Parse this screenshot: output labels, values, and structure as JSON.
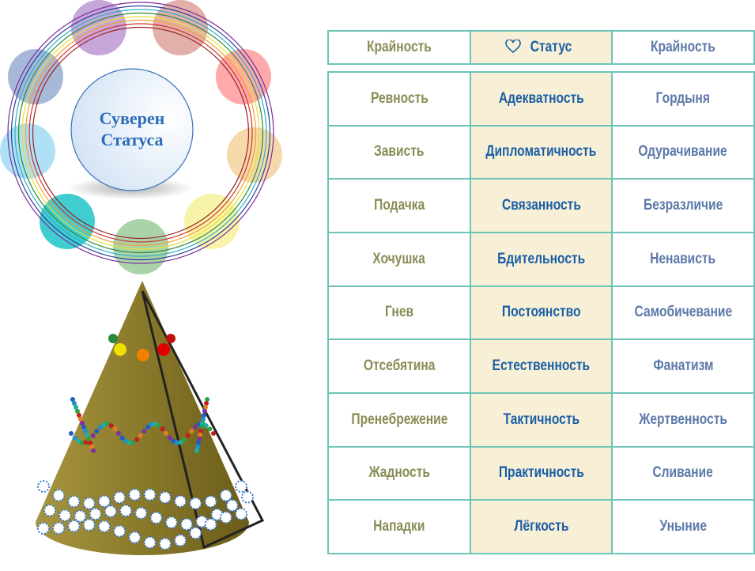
{
  "diagram": {
    "center_title_line1": "Суверен",
    "center_title_line2": "Статуса",
    "ring_colors": [
      "#7b2d9a",
      "#2a3f9a",
      "#2ab0c8",
      "#2a8a3a",
      "#e8e030",
      "#f0a030",
      "#d03030",
      "#9a2020"
    ],
    "petal_colors": [
      "#b488cc",
      "#d8948e",
      "#ff8e8e",
      "#f3cc8e",
      "#f4f08e",
      "#8ec48e",
      "#00bcc0",
      "#94d6f2",
      "#8aa2cc"
    ],
    "cone_color": "#8a7a2a"
  },
  "table": {
    "headers": [
      {
        "label": "Крайность"
      },
      {
        "label": "Статус",
        "icon": "heart-icon"
      },
      {
        "label": "Крайность"
      }
    ],
    "rows": [
      [
        "Ревность",
        "Адекватность",
        "Гордыня"
      ],
      [
        "Зависть",
        "Дипломатичность",
        "Одурачивание"
      ],
      [
        "Подачка",
        "Связанность",
        "Безразличие"
      ],
      [
        "Хочушка",
        "Бдительность",
        "Ненависть"
      ],
      [
        "Гнев",
        "Постоянство",
        "Самобичевание"
      ],
      [
        "Отсебятина",
        "Естественность",
        "Фанатизм"
      ],
      [
        "Пренебрежение",
        "Тактичность",
        "Жертвенность"
      ],
      [
        "Жадность",
        "Практичность",
        "Сливание"
      ],
      [
        "Нападки",
        "Лёгкость",
        "Уныние"
      ]
    ]
  }
}
